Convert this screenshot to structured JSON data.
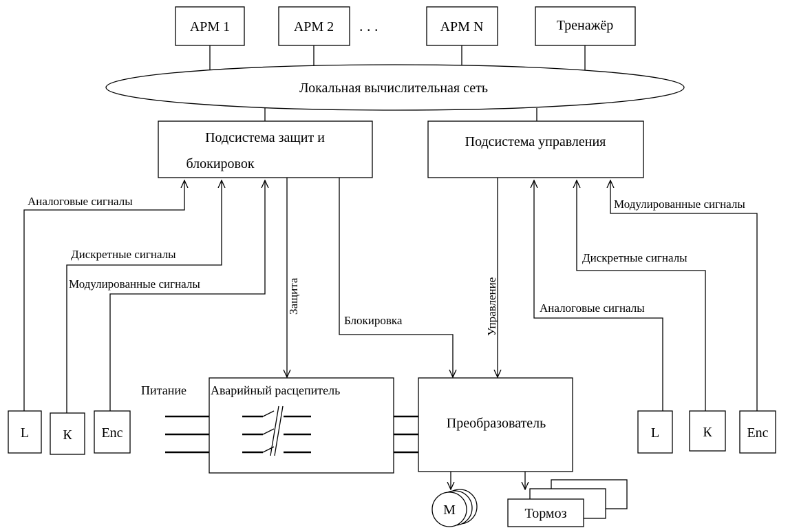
{
  "workstations": {
    "arm1": "АРМ 1",
    "arm2": "АРМ 2",
    "dots": ". . .",
    "armN": "АРМ N",
    "trainer": "Тренажёр"
  },
  "network": {
    "label": "Локальная вычислительная сеть"
  },
  "protection_subsystem": {
    "line1": "Подсистема защит и",
    "line2": "блокировок"
  },
  "control_subsystem": {
    "label": "Подсистема управления"
  },
  "signals_left": {
    "analog": "Аналоговые сигналы",
    "discrete": "Дискретные сигналы",
    "modulated": "Модулированные сигналы"
  },
  "signals_right": {
    "analog": "Аналоговые сигналы",
    "discrete": "Дискретные сигналы",
    "modulated": "Модулированные сигналы"
  },
  "links": {
    "protection": "Защита",
    "blocking": "Блокировка",
    "control": "Управление"
  },
  "power": {
    "label": "Питание"
  },
  "breaker": {
    "label": "Аварийный расцепитель"
  },
  "converter": {
    "label": "Преобразователь"
  },
  "motor": {
    "label": "M"
  },
  "brake": {
    "label": "Тормоз"
  },
  "sensors_left": {
    "l": "L",
    "k": "К",
    "enc": "Enc"
  },
  "sensors_right": {
    "l": "L",
    "k": "К",
    "enc": "Enc"
  }
}
